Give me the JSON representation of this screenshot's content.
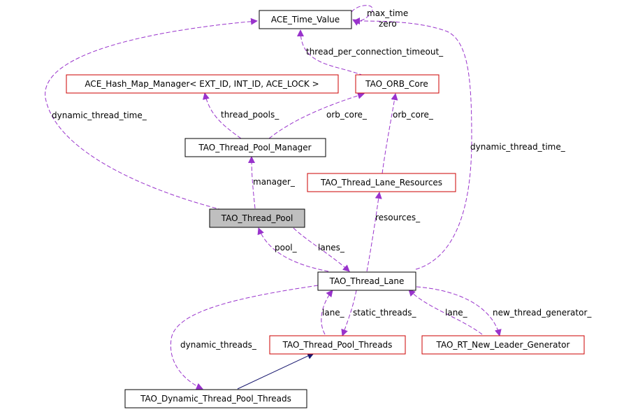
{
  "colors": {
    "usage_edge": "#9933cc",
    "inherit_edge": "#191970",
    "undocumented_border": "#cc0000",
    "documented_border": "#000000",
    "focus_fill": "#bfbfbf"
  },
  "nodes": {
    "ace_time_value": "ACE_Time_Value",
    "ace_hash_map_manager": "ACE_Hash_Map_Manager< EXT_ID, INT_ID, ACE_LOCK >",
    "tao_orb_core": "TAO_ORB_Core",
    "tao_thread_pool_manager": "TAO_Thread_Pool_Manager",
    "tao_thread_lane_resources": "TAO_Thread_Lane_Resources",
    "tao_thread_pool": "TAO_Thread_Pool",
    "tao_thread_lane": "TAO_Thread_Lane",
    "tao_thread_pool_threads": "TAO_Thread_Pool_Threads",
    "tao_rt_new_leader_generator": "TAO_RT_New_Leader_Generator",
    "tao_dynamic_thread_pool_threads": "TAO_Dynamic_Thread_Pool_Threads"
  },
  "edge_labels": {
    "max_time": "max_time",
    "zero": "zero",
    "thread_per_connection_timeout": "thread_per_connection_timeout_",
    "dynamic_thread_time_left": "dynamic_thread_time_",
    "dynamic_thread_time_right": "dynamic_thread_time_",
    "thread_pools": "thread_pools_",
    "orb_core_left": "orb_core_",
    "orb_core_right": "orb_core_",
    "manager": "manager_",
    "resources": "resources_",
    "pool": "pool_",
    "lanes": "lanes_",
    "lane_left": "lane_",
    "static_threads": "static_threads_",
    "lane_right": "lane_",
    "new_thread_generator": "new_thread_generator_",
    "dynamic_threads": "dynamic_threads_"
  }
}
